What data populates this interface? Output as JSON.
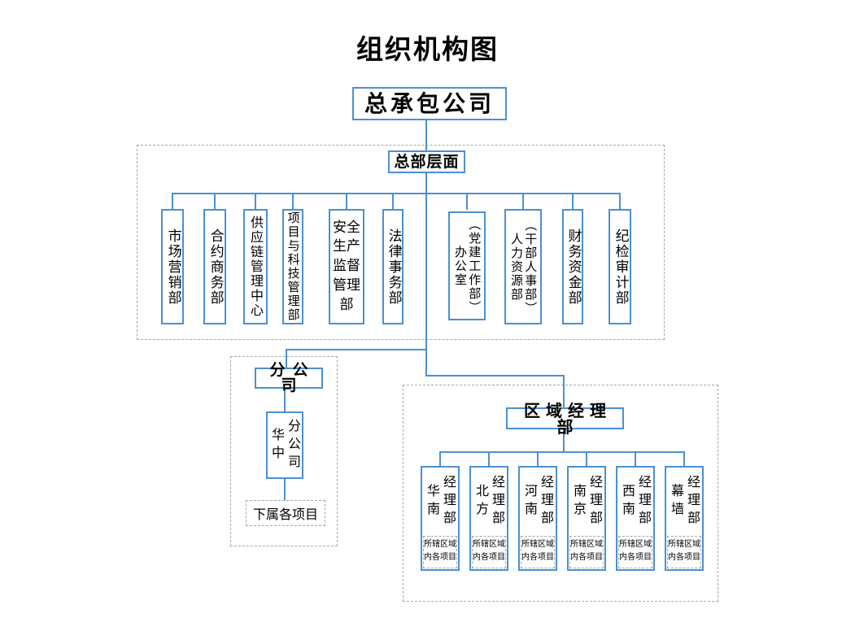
{
  "title": "组织机构图",
  "root": {
    "label": "总承包公司"
  },
  "hq": {
    "label": "总部层面",
    "departments": [
      {
        "name": "市场营销部",
        "display": "市场营销部"
      },
      {
        "name": "合约商务部",
        "display": "合约商务部"
      },
      {
        "name": "供应链管理中心",
        "display": "供应链管理中心"
      },
      {
        "name": "项目与科技管理部",
        "display": "项目与科技管理部"
      },
      {
        "name": "安全生产监督管理部",
        "display": "安全生产监督管理部"
      },
      {
        "name": "法律事务部",
        "display": "法律事务部"
      },
      {
        "name": "办公室（党建工作部）",
        "display": "（党建工作部）\n办公室"
      },
      {
        "name": "人力资源部（干部人事部）",
        "display": "（干部人事部）\n人力资源部"
      },
      {
        "name": "财务资金部",
        "display": "财务资金部"
      },
      {
        "name": "纪检审计部",
        "display": "纪检审计部"
      }
    ]
  },
  "branch": {
    "label": "分公司",
    "company": {
      "name": "华中分公司",
      "display": "分公司\n华中"
    },
    "projects_label": "下属各项目"
  },
  "region": {
    "label": "区域经理部",
    "projects_label": "所辖区域内各项目",
    "offices": [
      {
        "name": "华南经理部",
        "display": "经理部\n华南"
      },
      {
        "name": "北方经理部",
        "display": "经理部\n北方"
      },
      {
        "name": "河南经理部",
        "display": "经理部\n河南"
      },
      {
        "name": "南京经理部",
        "display": "经理部\n南京"
      },
      {
        "name": "西南经理部",
        "display": "经理部\n西南"
      },
      {
        "name": "幕墙经理部",
        "display": "经理部\n幕墙"
      }
    ]
  },
  "colors": {
    "line_blue": "#4a90d5",
    "dashed_gray": "#a6a6a6",
    "text": "#000000",
    "background": "#ffffff"
  }
}
